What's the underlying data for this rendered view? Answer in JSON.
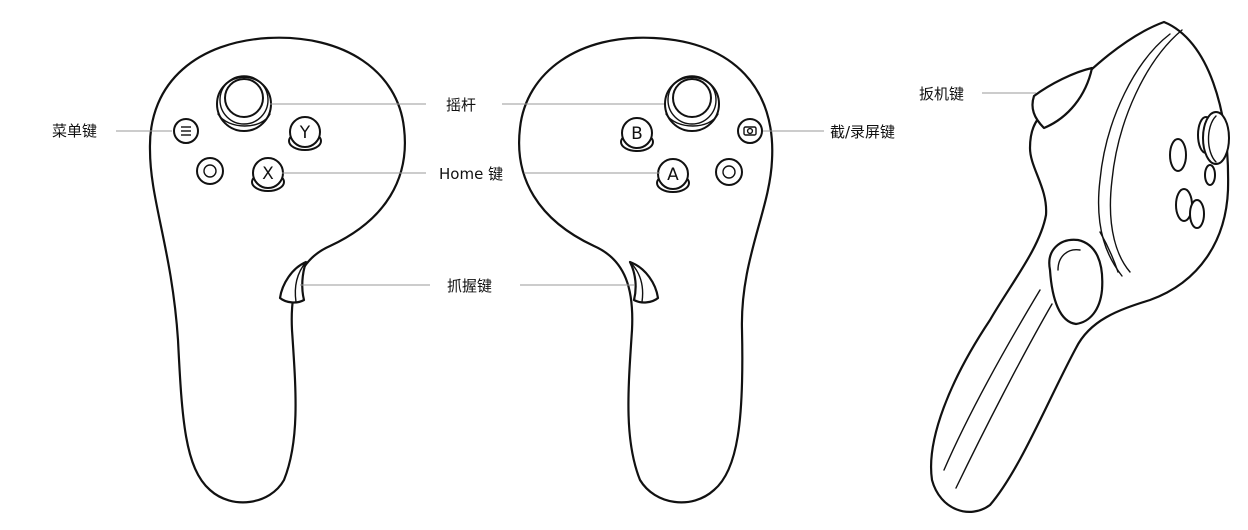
{
  "labels": {
    "menu": "菜单键",
    "joystick": "摇杆",
    "home": "Home 键",
    "grip": "抓握键",
    "capture": "截/录屏键",
    "trigger": "扳机键"
  },
  "buttons": {
    "y": "Y",
    "x": "X",
    "b": "B",
    "a": "A"
  },
  "colors": {
    "outline": "#111111",
    "leader": "#9a9a9a",
    "background": "#ffffff"
  }
}
